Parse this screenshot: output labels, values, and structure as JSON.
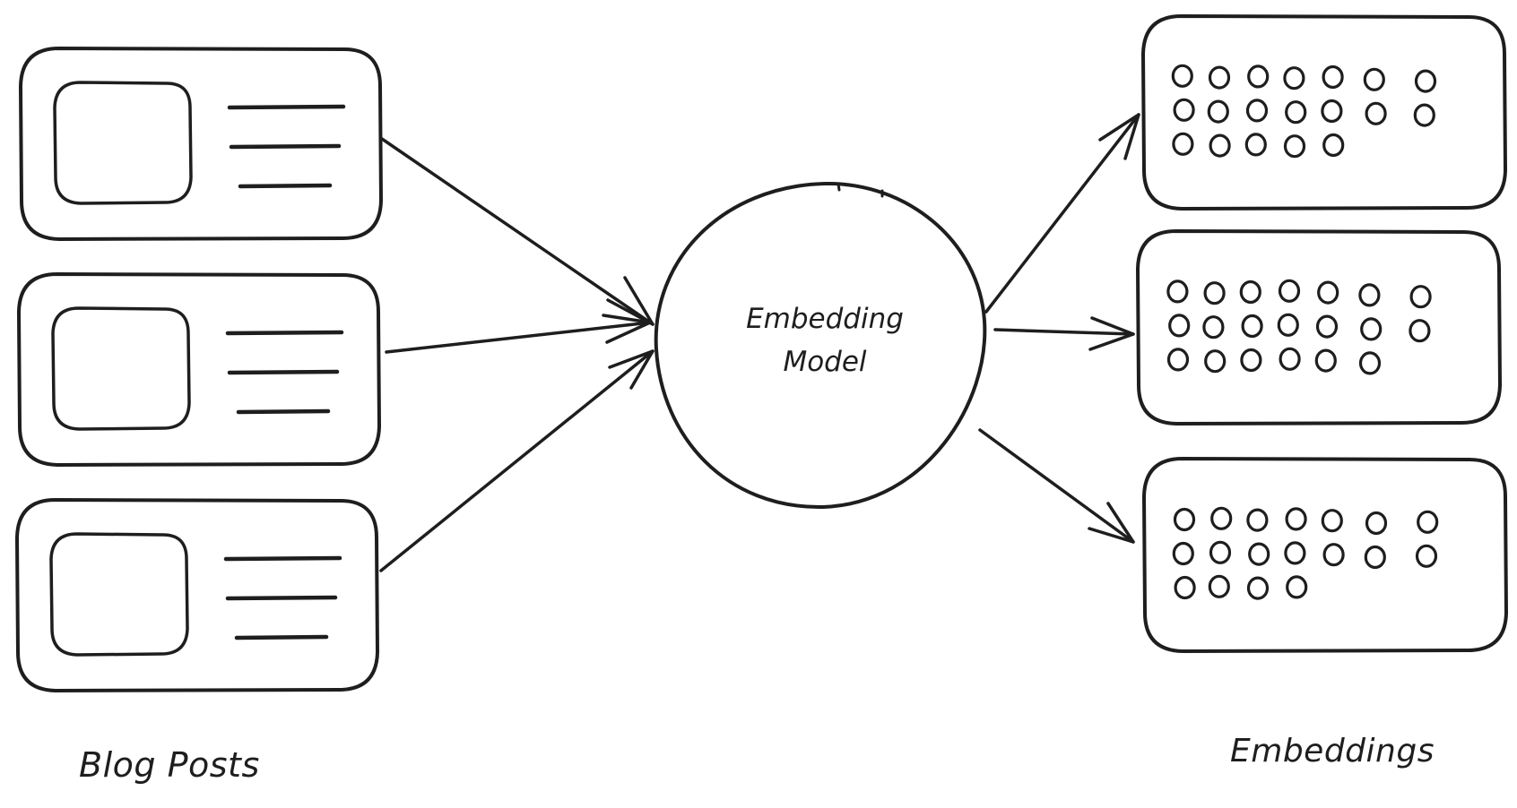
{
  "diagram": {
    "stroke_color": "#1e1e1e",
    "background": "#ffffff",
    "input_group": {
      "label": "Blog Posts",
      "items": [
        {
          "kind": "blog-post-card",
          "icon": "image-placeholder",
          "text_lines": 3
        },
        {
          "kind": "blog-post-card",
          "icon": "image-placeholder",
          "text_lines": 3
        },
        {
          "kind": "blog-post-card",
          "icon": "image-placeholder",
          "text_lines": 3
        }
      ]
    },
    "model": {
      "line1": "Embedding",
      "line2": "Model",
      "shape": "circle"
    },
    "output_group": {
      "label": "Embeddings",
      "items": [
        {
          "kind": "embedding-vector",
          "dot_rows": [
            7,
            7,
            5
          ]
        },
        {
          "kind": "embedding-vector",
          "dot_rows": [
            7,
            7,
            6
          ]
        },
        {
          "kind": "embedding-vector",
          "dot_rows": [
            7,
            7,
            4
          ]
        }
      ]
    },
    "edges": [
      {
        "from": "blog-post-1",
        "to": "embedding-model"
      },
      {
        "from": "blog-post-2",
        "to": "embedding-model"
      },
      {
        "from": "blog-post-3",
        "to": "embedding-model"
      },
      {
        "from": "embedding-model",
        "to": "embedding-1"
      },
      {
        "from": "embedding-model",
        "to": "embedding-2"
      },
      {
        "from": "embedding-model",
        "to": "embedding-3"
      }
    ]
  }
}
